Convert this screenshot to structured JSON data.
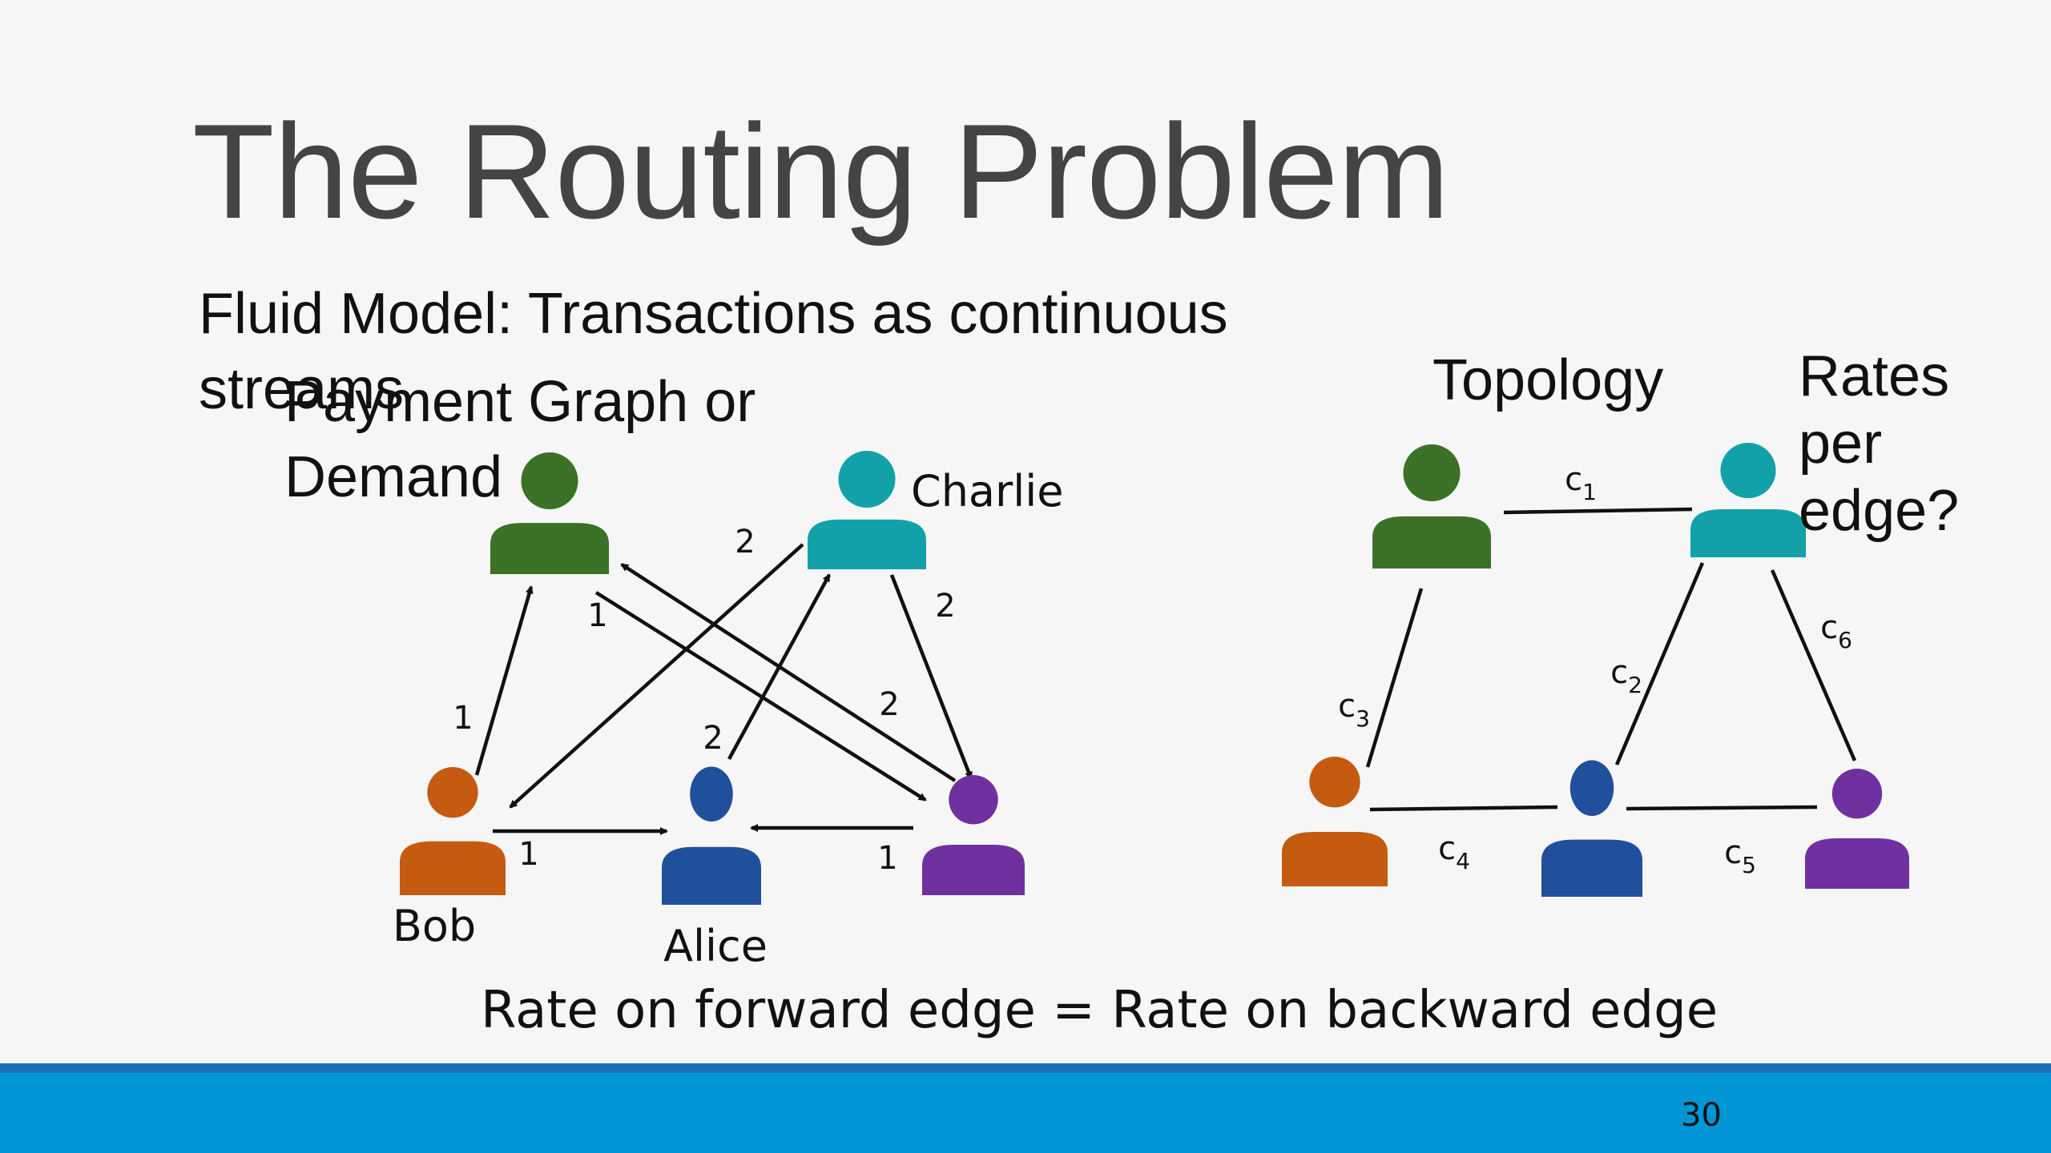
{
  "slide": {
    "title": "The Routing Problem",
    "subtitle": "Fluid Model: Transactions as continuous streams",
    "left_diagram_title": "Payment Graph or Demand",
    "right_diagram_title": "Topology",
    "right_diagram_note": "Rates per edge?",
    "bottom_caption": "Rate on forward edge = Rate on backward edge",
    "page_number": "30"
  },
  "colors": {
    "green": "#3b7227",
    "teal": "#13a1a9",
    "orange": "#c55a11",
    "blue": "#20509c",
    "purple": "#7030a0",
    "footer_bar": "#0096d6",
    "footer_line": "#1f6fb8",
    "title_text": "#444444"
  },
  "payment_graph": {
    "nodes": [
      {
        "id": "green",
        "label": "",
        "color": "green"
      },
      {
        "id": "charlie",
        "label": "Charlie",
        "color": "teal"
      },
      {
        "id": "bob",
        "label": "Bob",
        "color": "orange"
      },
      {
        "id": "alice",
        "label": "Alice",
        "color": "blue"
      },
      {
        "id": "purple",
        "label": "",
        "color": "purple"
      }
    ],
    "edges": [
      {
        "from": "bob",
        "to": "green",
        "rate": "1"
      },
      {
        "from": "green",
        "to": "purple",
        "rate": "1"
      },
      {
        "from": "purple",
        "to": "green",
        "rate": "2"
      },
      {
        "from": "charlie",
        "to": "bob",
        "rate": "2"
      },
      {
        "from": "alice",
        "to": "charlie",
        "rate": "2"
      },
      {
        "from": "charlie",
        "to": "purple",
        "rate": "2"
      },
      {
        "from": "bob",
        "to": "alice",
        "rate": "1"
      },
      {
        "from": "purple",
        "to": "alice",
        "rate": "1"
      }
    ]
  },
  "topology": {
    "nodes": [
      {
        "id": "green",
        "color": "green"
      },
      {
        "id": "teal",
        "color": "teal"
      },
      {
        "id": "orange",
        "color": "orange"
      },
      {
        "id": "blue",
        "color": "blue"
      },
      {
        "id": "purple",
        "color": "purple"
      }
    ],
    "edges": [
      {
        "from": "green",
        "to": "teal",
        "label": "c",
        "sub": "1"
      },
      {
        "from": "teal",
        "to": "blue",
        "label": "c",
        "sub": "2"
      },
      {
        "from": "green",
        "to": "orange",
        "label": "c",
        "sub": "3"
      },
      {
        "from": "orange",
        "to": "blue",
        "label": "c",
        "sub": "4"
      },
      {
        "from": "blue",
        "to": "purple",
        "label": "c",
        "sub": "5"
      },
      {
        "from": "teal",
        "to": "purple",
        "label": "c",
        "sub": "6"
      }
    ]
  }
}
